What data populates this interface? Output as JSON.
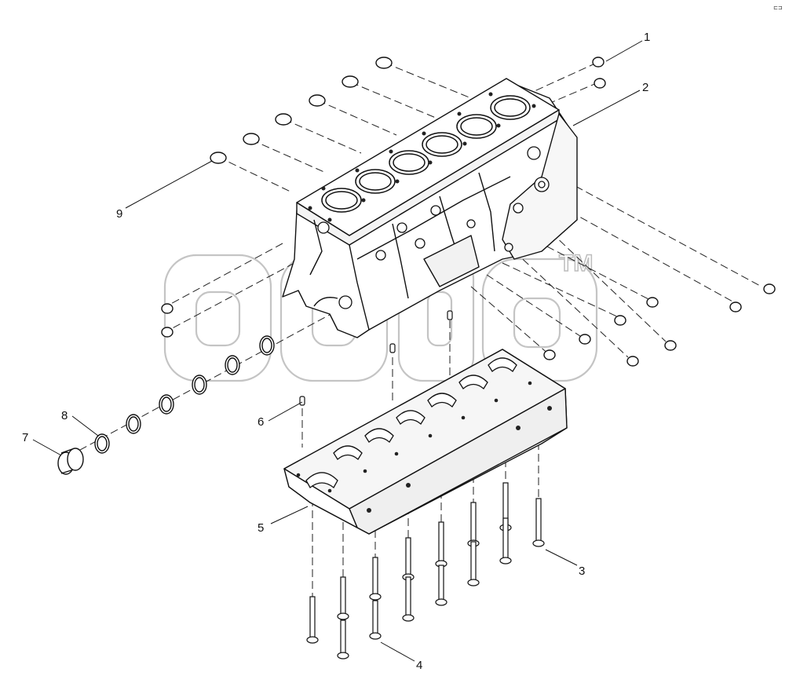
{
  "figure": {
    "corner_mark": "⊏⊐",
    "watermark_text": "эпcб",
    "watermark_tm": "TM",
    "callouts": [
      "1",
      "2",
      "3",
      "4",
      "5",
      "6",
      "7",
      "8",
      "9"
    ]
  }
}
